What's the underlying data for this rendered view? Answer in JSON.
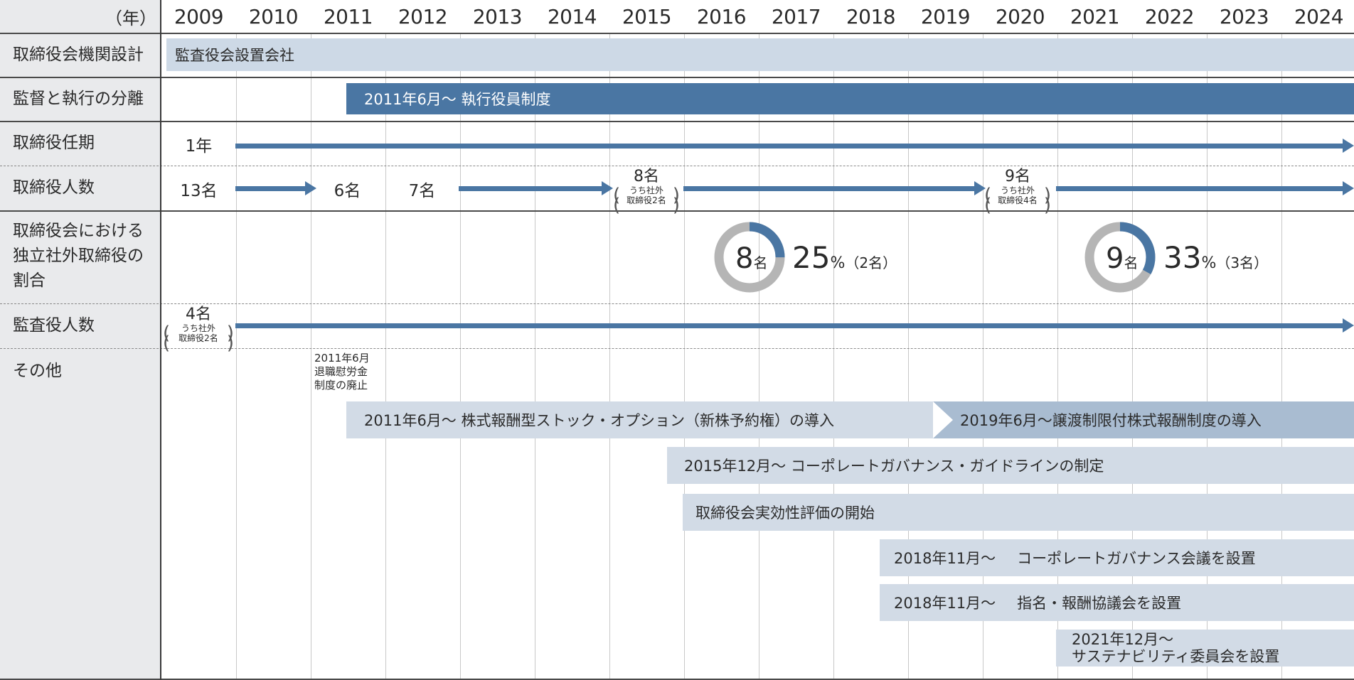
{
  "header": {
    "year_unit": "（年）",
    "years": [
      "2009",
      "2010",
      "2011",
      "2012",
      "2013",
      "2014",
      "2015",
      "2016",
      "2017",
      "2018",
      "2019",
      "2020",
      "2021",
      "2022",
      "2023",
      "2024"
    ]
  },
  "rows": {
    "board_structure": {
      "label": "取締役会機関設計",
      "bar_text": "監査役会設置会社"
    },
    "separation": {
      "label": "監督と執行の分離",
      "bar_text": "2011年6月～ 執行役員制度"
    },
    "term": {
      "label": "取締役任期",
      "value": "1年"
    },
    "directors": {
      "label": "取締役人数",
      "v2009": "13名",
      "v2011": "6名",
      "v2012": "7名",
      "v2015": "8名",
      "v2015_sub1": "うち社外",
      "v2015_sub2": "取締役2名",
      "v2020": "9名",
      "v2020_sub1": "うち社外",
      "v2020_sub2": "取締役4名"
    },
    "independent": {
      "label_1": "取締役会における",
      "label_2": "独立社外取締役の",
      "label_3": "割合",
      "d1_num": "8",
      "d1_unit": "名",
      "d1_pct": "25",
      "d1_pct_sign": "%",
      "d1_count": "（2名）",
      "d1_fraction": 0.25,
      "d2_num": "9",
      "d2_unit": "名",
      "d2_pct": "33",
      "d2_pct_sign": "%",
      "d2_count": "（3名）",
      "d2_fraction": 0.33,
      "accent_color": "#4a76a3",
      "base_color": "#b5b5b5"
    },
    "auditors": {
      "label": "監査役人数",
      "value": "4名",
      "sub1": "うち社外",
      "sub2": "取締役2名"
    },
    "other": {
      "label": "その他",
      "note_l1": "2011年6月",
      "note_l2": "退職慰労金",
      "note_l3": "制度の廃止",
      "stock_option": "2011年6月～ 株式報酬型ストック・オプション（新株予約権）の導入",
      "restricted_stock": "2019年6月～譲渡制限付株式報酬制度の導入",
      "cg_guideline": "2015年12月～ コーポレートガバナンス・ガイドラインの制定",
      "evaluation": "取締役会実効性評価の開始",
      "cg_meeting_date": "2018年11月～",
      "cg_meeting": "コーポレートガバナンス会議を設置",
      "nomination_date": "2018年11月～",
      "nomination": "指名・報酬協議会を設置",
      "sustain_l1": "2021年12月～",
      "sustain_l2": "サステナビリティ委員会を設置"
    }
  }
}
